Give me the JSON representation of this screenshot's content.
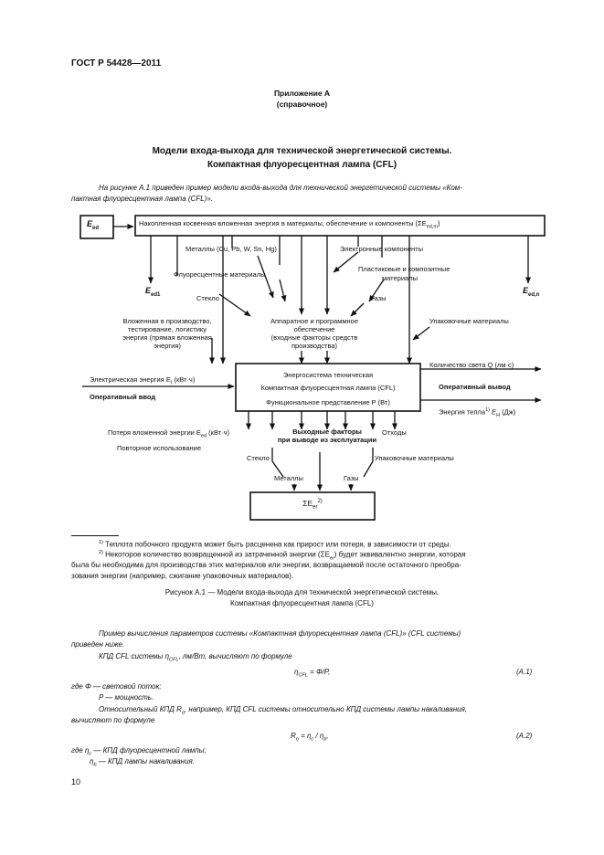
{
  "header": {
    "standard": "ГОСТ Р 54428—2011"
  },
  "appendix": {
    "title": "Приложение А",
    "subtitle": "(справочное)"
  },
  "heading": {
    "line1": "Модели входа-выхода для технической энергетической системы.",
    "line2": "Компактная флуоресцентная лампа (CFL)"
  },
  "intro": {
    "line1": "На рисунке А.1 приведен пример модели входа-выхода для технической энергетической системы «Ком-",
    "line2": "пактная флуоресцентная лампа (CFL)»."
  },
  "diagram": {
    "e_ed": "E",
    "e_ed_sub": "ed",
    "top_box": "Накопленная косвенная вложенная энергия в материалы, обеспечение и компоненты (ΣE",
    "top_box_sub": "ed,m",
    "top_box_end": ")",
    "metals_in": "Металлы (Cu, Pb, W, Sn, Hg)",
    "electronic": "Электронные компоненты",
    "fluorescent": "Флуоресцентные материалы",
    "plastic_1": "Пластиковые и композитные",
    "plastic_2": "материалы",
    "glass_in": "Стекло",
    "gases_in": "Газы",
    "e_ed1": "E",
    "e_ed1_sub": "ed1",
    "e_edn": "E",
    "e_edn_sub": "ed,n",
    "embedded_1": "Вложенная в производство,",
    "embedded_2": "тестирование, логистику",
    "embedded_3": "энергия (прямая вложенная",
    "embedded_4": "энергия)",
    "hardware_1": "Аппаратное и программное",
    "hardware_2": "обеспечение",
    "hardware_3": "(входные факторы средств",
    "hardware_4": "производства)",
    "packaging_in": "Упаковочные материалы",
    "elec_energy": "Электрическая энергия E",
    "elec_energy_sub": "I",
    "elec_energy_unit": " (кВт·ч)",
    "operative_in": "Оперативный ввод",
    "center_1": "Энергосистема техническая",
    "center_2": "Компактная флуоресцентная лампа (CFL)",
    "center_3": "Функциональное представление P (Вт)",
    "light_qty": "Количество света Q (лм·с)",
    "operative_out": "Оперативный вывод",
    "heat_energy": "Энергия тепла",
    "heat_sup": "1)",
    "heat_energy_e": " E",
    "heat_sub": "H",
    "heat_unit": " (Дж)",
    "loss": "Потеря вложенной энергии E",
    "loss_sub": "ed",
    "loss_unit": " (кВт·ч)",
    "reuse": "Повторное использование",
    "output_1": "Выходные факторы",
    "output_2": "при выводе из эксплуатации",
    "waste": "Отходы",
    "glass_out": "Стекло",
    "packaging_out": "Упаковочные материалы",
    "metals_out": "Металлы",
    "gases_out": "Газы",
    "sum_box": "ΣE",
    "sum_sub": "er",
    "sum_sup": "2)"
  },
  "footnotes": {
    "n1_mark": "1)",
    "n1": "Теплота побочного продукта может быть расценена как прирост или потеря, в зависимости от среды.",
    "n2_mark": "2)",
    "n2_line1": "Некоторое количество возвращенной из затраченной энергии (ΣE",
    "n2_sub": "er",
    "n2_line1_end": ") будет эквивалентно энергии, которая",
    "n2_line2": "была бы необходима для производства этих материалов или энергии, возвращаемой после остаточного преобра-",
    "n2_line3": "зования энергии (например, сжигание упаковочных материалов)."
  },
  "caption": {
    "line1": "Рисунок А.1 — Модели входа-выхода для технической энергетической системы.",
    "line2": "Компактная флуоресцентная лампа (CFL)"
  },
  "example": {
    "p1_line1": "Пример вычисления параметров системы «Компактная флуоресцентная лампа (CFL)» (CFL системы)",
    "p1_line2": "приведен ниже.",
    "p2": "КПД CFL системы η",
    "p2_sub": "CFL",
    "p2_end": ", лм/Вт, вычисляют по формуле",
    "f1": "η",
    "f1_sub": "CFL",
    "f1_end": " = Φ/P,",
    "f1_num": "(A.1)",
    "where1": "где Φ — световой поток;",
    "where2": "P — мощность.",
    "p3_line1": "Относительный КПД R",
    "p3_sub": "η",
    "p3_line1_end": ", например, КПД CFL системы относительно КПД системы лампы накаливания,",
    "p3_line2": "вычисляют по формуле",
    "f2": "R",
    "f2_sub": "η",
    "f2_end": " = η",
    "f2_c": "c",
    "f2_mid": " / η",
    "f2_b": "b",
    "f2_tail": ",",
    "f2_num": "(A.2)",
    "where3": "где η",
    "where3_sub": "c",
    "where3_end": " — КПД флуоресцентной лампы;",
    "where4": "η",
    "where4_sub": "b",
    "where4_end": " — КПД лампы накаливания."
  },
  "page": {
    "number": "10"
  }
}
